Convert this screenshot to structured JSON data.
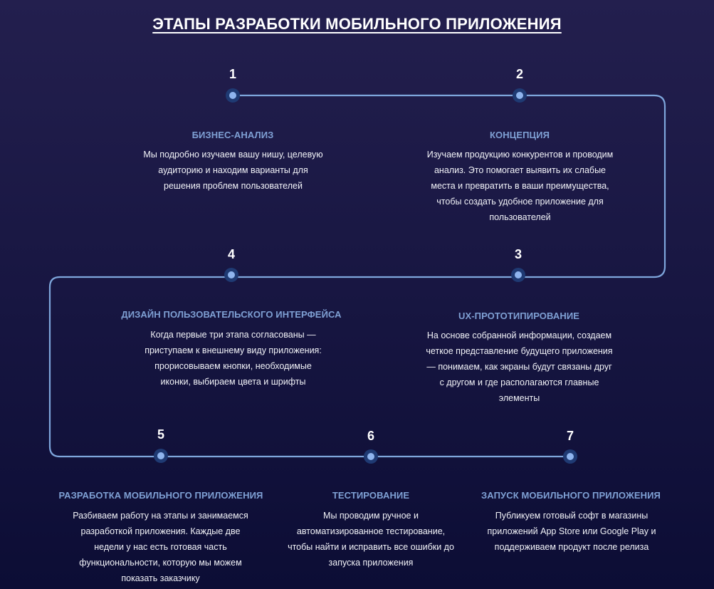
{
  "title": "ЭТАПЫ РАЗРАБОТКИ МОБИЛЬНОГО ПРИЛОЖЕНИЯ",
  "colors": {
    "line": "#7ea6dc",
    "dot_outer": "#1f3a73",
    "dot_inner": "#8fb4ee",
    "heading": "#7fa0d4",
    "background_top": "#231f4e",
    "background_bottom": "#0c0d35"
  },
  "steps": [
    {
      "number": "1",
      "heading": "БИЗНЕС-АНАЛИЗ",
      "description": "Мы подробно изучаем вашу нишу, целевую аудиторию и находим варианты для решения проблем пользователей"
    },
    {
      "number": "2",
      "heading": "КОНЦЕПЦИЯ",
      "description": "Изучаем продукцию конкурентов и проводим анализ. Это помогает выявить их слабые места и превратить в ваши преимущества, чтобы создать удобное приложение для пользователей"
    },
    {
      "number": "3",
      "heading": "UX-ПРОТОТИПИРОВАНИЕ",
      "description": "На основе собранной информации, создаем четкое представление будущего приложения — понимаем, как экраны будут связаны друг с другом и где располагаются главные элементы"
    },
    {
      "number": "4",
      "heading": "ДИЗАЙН ПОЛЬЗОВАТЕЛЬСКОГО ИНТЕРФЕЙСА",
      "description": "Когда первые три этапа согласованы — приступаем к внешнему виду приложения: прорисовываем кнопки, необходимые иконки, выбираем цвета и шрифты"
    },
    {
      "number": "5",
      "heading": "РАЗРАБОТКА МОБИЛЬНОГО ПРИЛОЖЕНИЯ",
      "description": "Разбиваем работу на этапы и занимаемся разработкой приложения. Каждые две недели у нас есть готовая часть функциональности, которую мы можем показать заказчику"
    },
    {
      "number": "6",
      "heading": "ТЕСТИРОВАНИЕ",
      "description": "Мы проводим ручное и автоматизированное тестирование, чтобы найти и исправить все ошибки до запуска приложения"
    },
    {
      "number": "7",
      "heading": "ЗАПУСК МОБИЛЬНОГО ПРИЛОЖЕНИЯ",
      "description": "Публикуем готовый софт в магазины приложений App Store или Google Play и поддерживаем продукт после релиза"
    }
  ]
}
